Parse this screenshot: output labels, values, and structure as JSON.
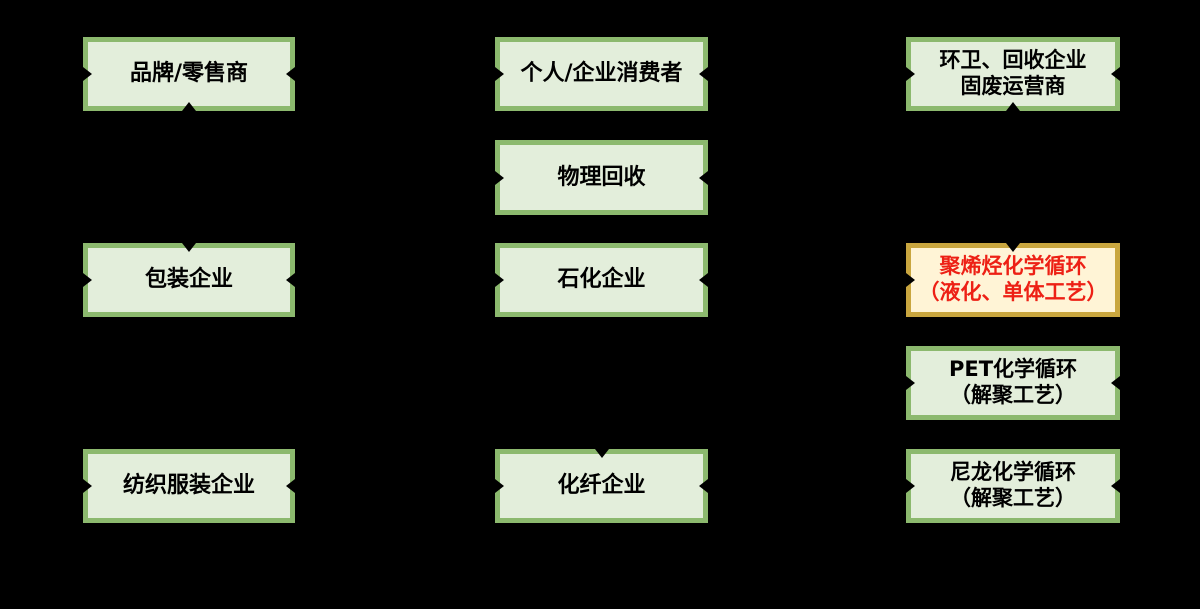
{
  "canvas": {
    "background": "#000000"
  },
  "styles": {
    "green": {
      "fill": "#E3EEDB",
      "border": "#8CB96E",
      "text": "#000000"
    },
    "yellow": {
      "fill": "#FFF4D6",
      "border": "#C9A63F",
      "text": "#ED2015"
    }
  },
  "boxes": [
    {
      "name": "brand-retailer",
      "line1": "品牌/零售商"
    },
    {
      "name": "consumer",
      "line1": "个人/企业消费者"
    },
    {
      "name": "sanitation-recycling",
      "line1": "环卫、回收企业",
      "line2": "固废运营商"
    },
    {
      "name": "physical-recycling",
      "line1": "物理回收"
    },
    {
      "name": "packaging",
      "line1": "包装企业"
    },
    {
      "name": "petrochemical",
      "line1": "石化企业"
    },
    {
      "name": "polyolefin-chemcycle",
      "line1": "聚烯烃化学循环",
      "line2": "（液化、单体工艺）"
    },
    {
      "name": "pet-chemcycle",
      "line1": "PET化学循环",
      "line2": "（解聚工艺）"
    },
    {
      "name": "textile-apparel",
      "line1": "纺织服装企业"
    },
    {
      "name": "fiber",
      "line1": "化纤企业"
    },
    {
      "name": "nylon-chemcycle",
      "line1": "尼龙化学循环",
      "line2": "（解聚工艺）"
    }
  ]
}
